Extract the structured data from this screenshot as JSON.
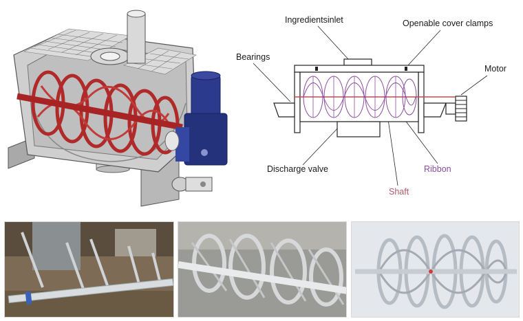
{
  "schematic": {
    "labels": {
      "ingredients_inlet": "Ingredientsinlet",
      "openable_cover_clamps": "Openable cover clamps",
      "bearings": "Bearings",
      "motor": "Motor",
      "discharge_valve": "Discharge valve",
      "ribbon": "Ribbon",
      "shaft": "Shaft"
    },
    "colors": {
      "ribbon": "#8a4b9c",
      "shaft": "#c04a4a",
      "outline": "#222222"
    }
  },
  "render": {
    "colors": {
      "tank": "#c9c9c9",
      "ribbon": "#b02a2a",
      "motor": "#2b3a8c"
    }
  }
}
